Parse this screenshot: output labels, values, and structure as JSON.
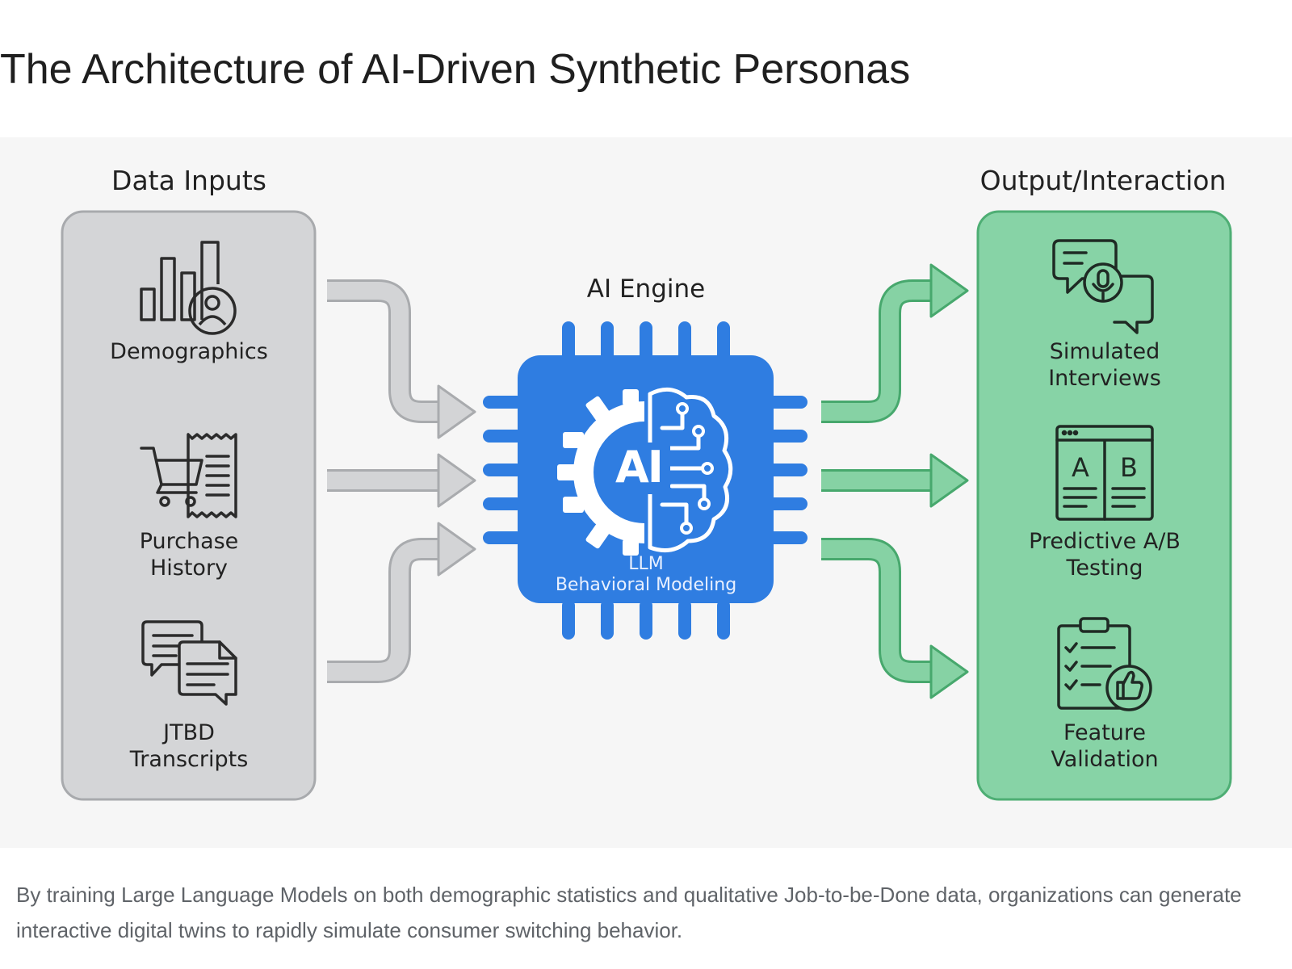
{
  "title": "The Architecture of AI-Driven Synthetic Personas",
  "diagram": {
    "inputs": {
      "title": "Data Inputs",
      "items": [
        {
          "label_lines": [
            "Demographics"
          ],
          "icon": "demographics-chart-icon"
        },
        {
          "label_lines": [
            "Purchase",
            "History"
          ],
          "icon": "shopping-cart-receipt-icon"
        },
        {
          "label_lines": [
            "JTBD",
            "Transcripts"
          ],
          "icon": "chat-document-icon"
        }
      ]
    },
    "engine": {
      "title": "AI Engine",
      "chip_text": "AI",
      "sub_lines": [
        "LLM",
        "Behavioral Modeling"
      ],
      "icon": "ai-chip-brain-gear-icon"
    },
    "outputs": {
      "title": "Output/Interaction",
      "items": [
        {
          "label_lines": [
            "Simulated",
            "Interviews"
          ],
          "icon": "chat-microphone-icon"
        },
        {
          "label_lines": [
            "Predictive A/B",
            "Testing"
          ],
          "icon": "ab-test-window-icon",
          "a_text": "A",
          "b_text": "B"
        },
        {
          "label_lines": [
            "Feature",
            "Validation"
          ],
          "icon": "clipboard-thumbs-up-icon"
        }
      ]
    },
    "colors": {
      "input_panel": "#d4d5d7",
      "input_arrow": "#d3d4d6",
      "engine_chip": "#2f7de1",
      "output_panel": "#87d3a6",
      "output_arrow": "#86d2a4"
    }
  },
  "caption": "By training Large Language Models on both demographic statistics and qualitative Job-to-be-Done data, organizations can generate interactive digital twins to rapidly simulate consumer switching behavior."
}
